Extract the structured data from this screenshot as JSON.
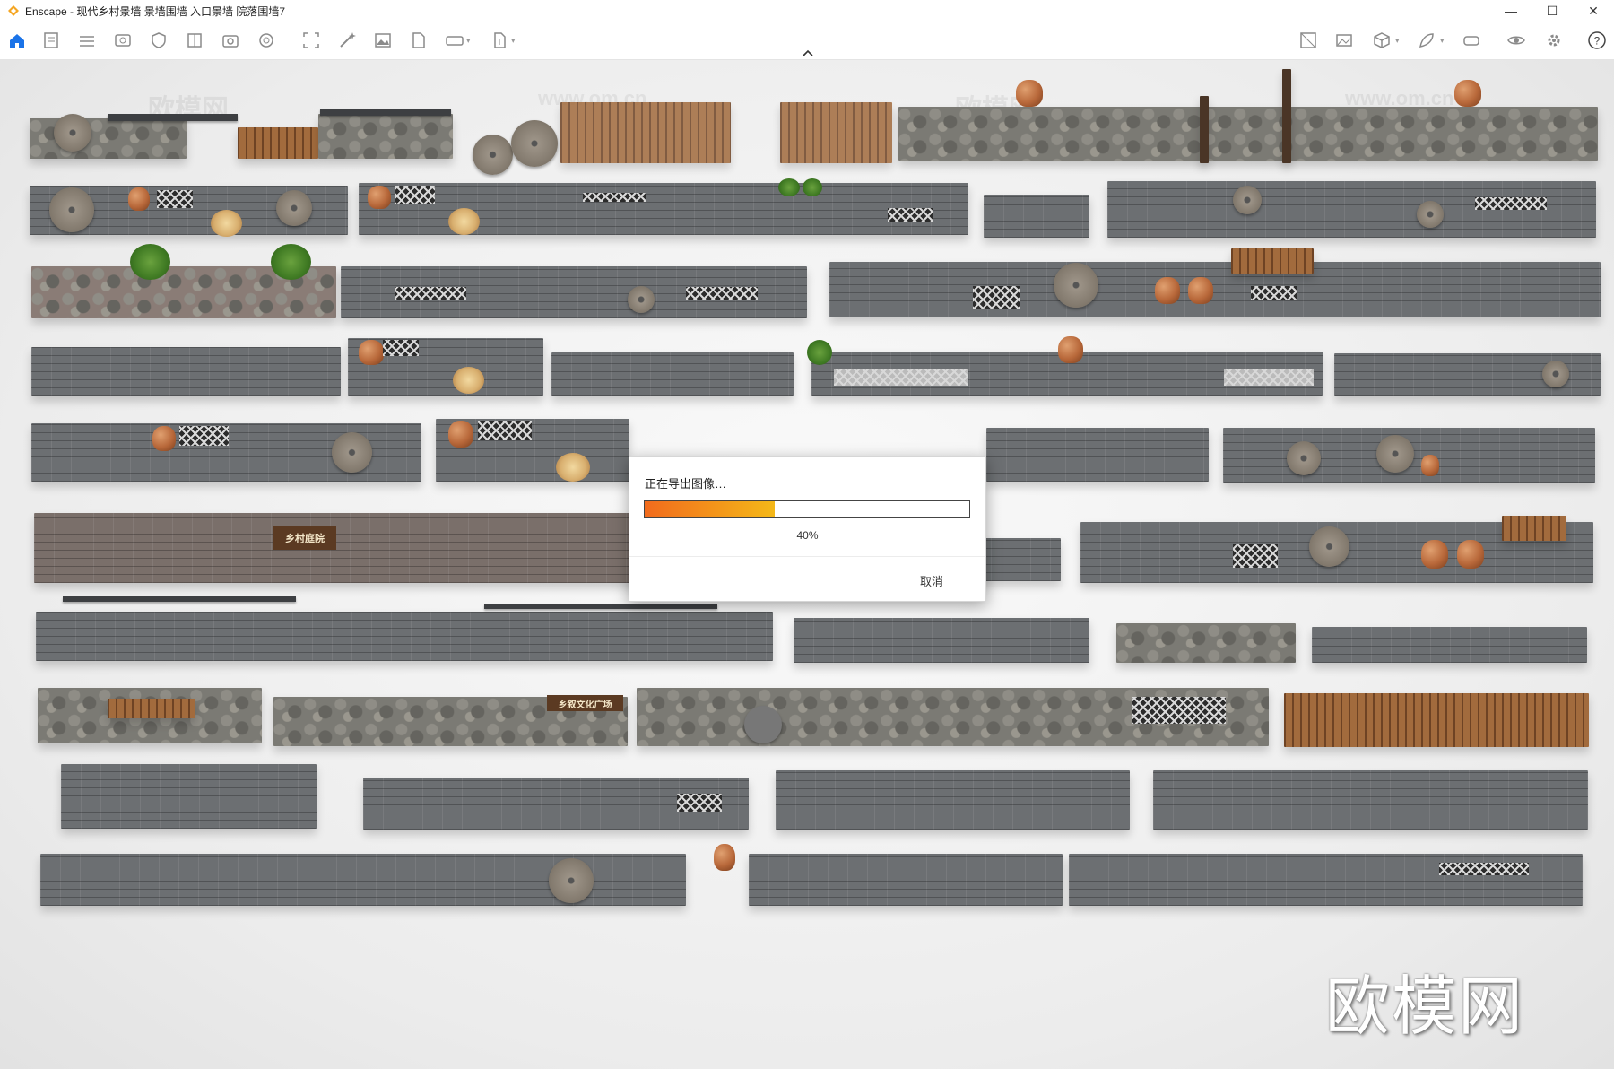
{
  "window": {
    "title": "Enscape - 现代乡村景墙 景墙围墙 入口景墙 院落围墙7",
    "controls": {
      "minimize": "—",
      "maximize": "☐",
      "close": "✕"
    }
  },
  "toolbar": {
    "left_icons": [
      "home-icon",
      "render-settings-icon",
      "capture-icon",
      "view-icon",
      "shield-icon",
      "book-icon",
      "camera-icon",
      "settings-wheel-icon",
      "screenshot-icon",
      "magic-icon",
      "image-icon",
      "document-icon",
      "panorama-icon",
      "export-icon"
    ],
    "right_icons": [
      "asset-library-icon",
      "image-view-icon",
      "cube-icon",
      "material-icon",
      "vr-icon",
      "eye-icon",
      "gear-icon",
      "help-icon"
    ],
    "help_label": "?",
    "accent_color": "#1a73e8"
  },
  "viewport": {
    "watermarks": [
      "欧模网",
      "www.om.cn",
      "欧模网",
      "www.om.cn"
    ],
    "logo_watermark": "欧模网",
    "signs": {
      "courtyard": "乡村庭院",
      "square": "乡叙文化广场"
    }
  },
  "export_dialog": {
    "message": "正在导出图像…",
    "progress_percent": 40,
    "progress_label": "40%",
    "cancel_label": "取消",
    "progress_colors": {
      "start": "#f26b1d",
      "end": "#f4b818"
    }
  }
}
